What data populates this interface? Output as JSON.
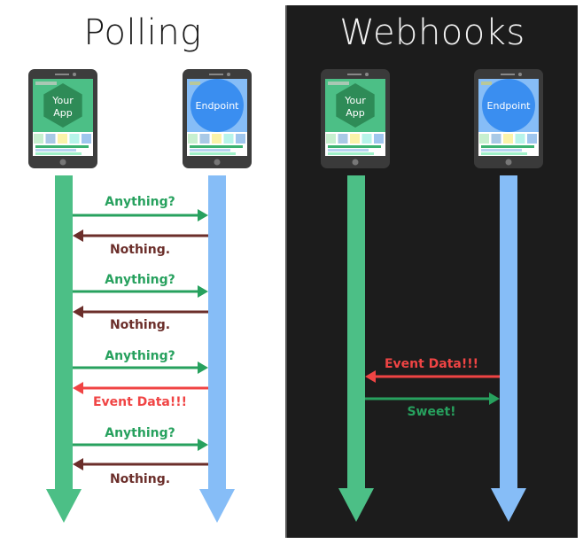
{
  "colors": {
    "app_green": "#4cbf86",
    "app_green_dark": "#2e8b57",
    "endpoint_blue": "#86bdf7",
    "endpoint_circle": "#3a8ef0",
    "request_green": "#27a15e",
    "nothing_brown": "#6b2e2a",
    "event_red": "#f04444",
    "dark_bg": "#1c1c1c"
  },
  "polling": {
    "title": "Polling",
    "client_label_line1": "Your",
    "client_label_line2": "App",
    "server_label": "Endpoint",
    "messages": [
      {
        "text": "Anything?",
        "direction": "to-endpoint",
        "kind": "request"
      },
      {
        "text": "Nothing.",
        "direction": "to-app",
        "kind": "nothing"
      },
      {
        "text": "Anything?",
        "direction": "to-endpoint",
        "kind": "request"
      },
      {
        "text": "Nothing.",
        "direction": "to-app",
        "kind": "nothing"
      },
      {
        "text": "Anything?",
        "direction": "to-endpoint",
        "kind": "request"
      },
      {
        "text": "Event Data!!!",
        "direction": "to-app",
        "kind": "event"
      },
      {
        "text": "Anything?",
        "direction": "to-endpoint",
        "kind": "request"
      },
      {
        "text": "Nothing.",
        "direction": "to-app",
        "kind": "nothing"
      }
    ]
  },
  "webhooks": {
    "title": "Webhooks",
    "client_label_line1": "Your",
    "client_label_line2": "App",
    "server_label": "Endpoint",
    "messages": [
      {
        "text": "Event Data!!!",
        "direction": "to-app",
        "kind": "event"
      },
      {
        "text": "Sweet!",
        "direction": "to-endpoint",
        "kind": "request"
      }
    ]
  }
}
